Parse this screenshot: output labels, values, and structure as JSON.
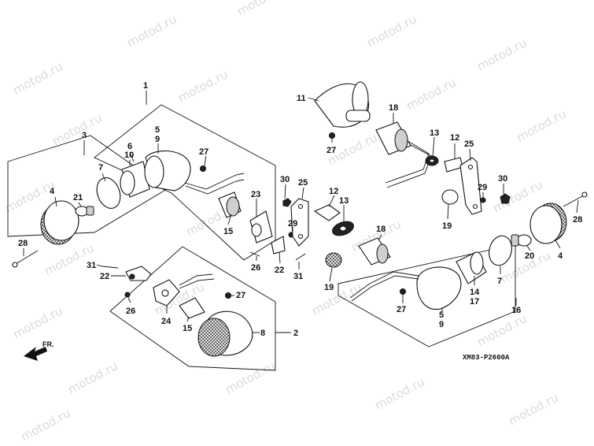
{
  "diagram": {
    "code": "XM83-P2600A",
    "direction_label": "FR.",
    "watermark": "motod.ru"
  },
  "callouts": [
    {
      "id": "c1",
      "label": "1"
    },
    {
      "id": "c3",
      "label": "3"
    },
    {
      "id": "c5",
      "label": "5"
    },
    {
      "id": "c9a",
      "label": "9"
    },
    {
      "id": "c6",
      "label": "6"
    },
    {
      "id": "c10",
      "label": "10"
    },
    {
      "id": "c7a",
      "label": "7"
    },
    {
      "id": "c27a",
      "label": "27"
    },
    {
      "id": "c4a",
      "label": "4"
    },
    {
      "id": "c21",
      "label": "21"
    },
    {
      "id": "c28a",
      "label": "28"
    },
    {
      "id": "c23",
      "label": "23"
    },
    {
      "id": "c15a",
      "label": "15"
    },
    {
      "id": "c30a",
      "label": "30"
    },
    {
      "id": "c25a",
      "label": "25"
    },
    {
      "id": "c29a",
      "label": "29"
    },
    {
      "id": "c26a",
      "label": "26"
    },
    {
      "id": "c22a",
      "label": "22"
    },
    {
      "id": "c31a",
      "label": "31"
    },
    {
      "id": "c31b",
      "label": "31"
    },
    {
      "id": "c22b",
      "label": "22"
    },
    {
      "id": "c26b",
      "label": "26"
    },
    {
      "id": "c24",
      "label": "24"
    },
    {
      "id": "c27b",
      "label": "27"
    },
    {
      "id": "c15b",
      "label": "15"
    },
    {
      "id": "c8",
      "label": "8"
    },
    {
      "id": "c2",
      "label": "2"
    },
    {
      "id": "c11",
      "label": "11"
    },
    {
      "id": "c18a",
      "label": "18"
    },
    {
      "id": "c27c",
      "label": "27"
    },
    {
      "id": "c13a",
      "label": "13"
    },
    {
      "id": "c12a",
      "label": "12"
    },
    {
      "id": "c25b",
      "label": "25"
    },
    {
      "id": "c30b",
      "label": "30"
    },
    {
      "id": "c29b",
      "label": "29"
    },
    {
      "id": "c19a",
      "label": "19"
    },
    {
      "id": "c12b",
      "label": "12"
    },
    {
      "id": "c13b",
      "label": "13"
    },
    {
      "id": "c18b",
      "label": "18"
    },
    {
      "id": "c19b",
      "label": "19"
    },
    {
      "id": "c28b",
      "label": "28"
    },
    {
      "id": "c4b",
      "label": "4"
    },
    {
      "id": "c20",
      "label": "20"
    },
    {
      "id": "c7b",
      "label": "7"
    },
    {
      "id": "c14",
      "label": "14"
    },
    {
      "id": "c17",
      "label": "17"
    },
    {
      "id": "c27d",
      "label": "27"
    },
    {
      "id": "c5b",
      "label": "5"
    },
    {
      "id": "c9b",
      "label": "9"
    },
    {
      "id": "c16",
      "label": "16"
    }
  ]
}
